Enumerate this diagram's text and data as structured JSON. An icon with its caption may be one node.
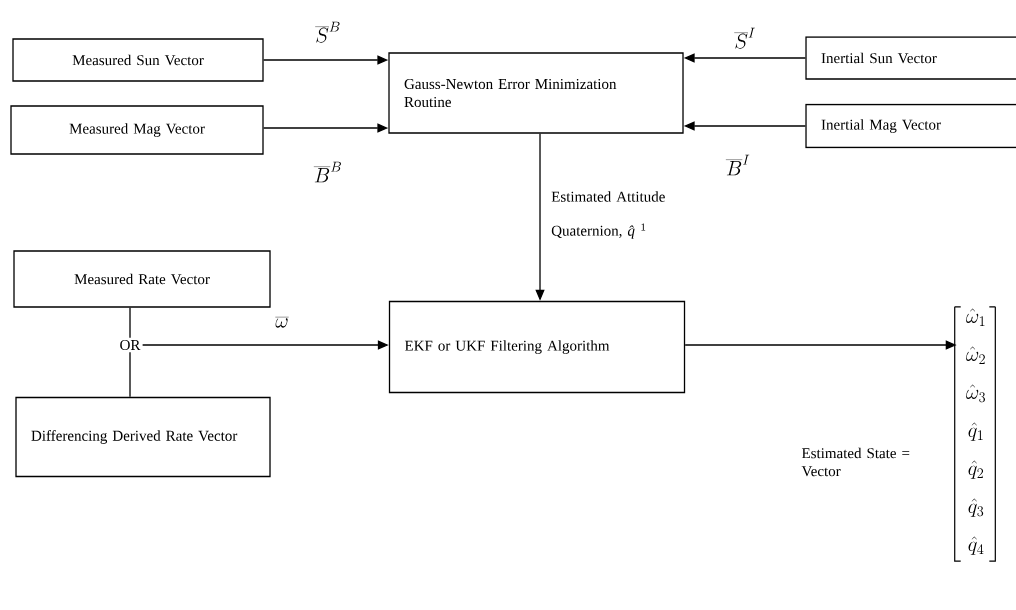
{
  "diagram": {
    "nodes": [
      {
        "text": [
          "Measured Sun Vector"
        ]
      },
      {
        "text": [
          "Measured Mag Vector"
        ]
      },
      {
        "text": [
          "Gauss-Newton Error Minimization Routine"
        ]
      },
      {
        "text": [
          "Inertial Sun Vector"
        ]
      },
      {
        "text": [
          "Inertial Mag Vector"
        ]
      },
      {
        "text": [
          "Measured Rate Vector"
        ]
      },
      {
        "text": [
          "OR"
        ]
      },
      {
        "text": [
          "Differencing Derived Rate Vector"
        ]
      },
      {
        "text": [
          "EKF or UKF Filtering Algorithm"
        ]
      },
      {
        "text": [
          "\\hat{\\omega}_{1}",
          "\\hat{\\omega}_{2}",
          "\\hat{\\omega}_{3}",
          "\\hat{q}_{1}",
          "\\hat{q}_{2}",
          "\\hat{q}_{3}",
          "\\hat{q}_{4}"
        ],
        "beside": [
          "Estimated State = Vector"
        ]
      }
    ],
    "edges": [
      {
        "from": 0,
        "to": 2,
        "arrow": "to",
        "label": "\\overline{S}^{B}"
      },
      {
        "from": 1,
        "to": 2,
        "arrow": "to",
        "label": "\\overline{B}^{B}"
      },
      {
        "from": 3,
        "to": 2,
        "arrow": "to",
        "label": "\\overline{S}^{I}"
      },
      {
        "from": 4,
        "to": 2,
        "arrow": "to",
        "label": "\\overline{B}^{I}"
      },
      {
        "from": 2,
        "to": 8,
        "arrow": "to",
        "label": "Estimated Attitude Quaternion, *q̂*$^{1}$"
      },
      {
        "from": 5,
        "to": 6,
        "arrow": "none"
      },
      {
        "from": 7,
        "to": 6,
        "arrow": "none"
      },
      {
        "from": 6,
        "to": 8,
        "arrow": "to",
        "label": "\\overline{\\omega}"
      },
      {
        "from": 8,
        "to": 9,
        "arrow": "to"
      }
    ]
  }
}
